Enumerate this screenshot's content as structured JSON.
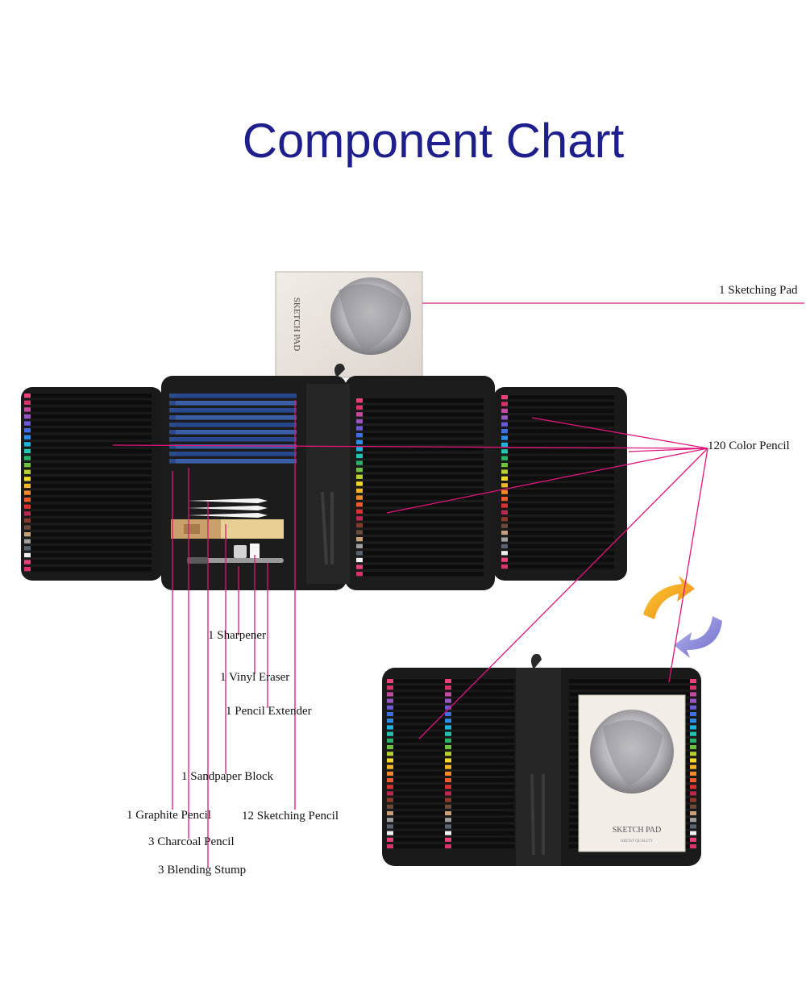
{
  "title": "Component Chart",
  "sketch_pad_cover": {
    "title": "SKETCH PAD",
    "subtitle": "ARTIST QUALITY"
  },
  "pencil_colors": [
    "#e8417c",
    "#d8336b",
    "#c44aa0",
    "#9a55c4",
    "#6a5ad6",
    "#3d6fe0",
    "#2f8fe8",
    "#1fb3e0",
    "#22c4b4",
    "#2cb36a",
    "#6cc23c",
    "#b8d12e",
    "#f2d82a",
    "#f7b52a",
    "#f28a2a",
    "#ef5a2a",
    "#d93030",
    "#b82850",
    "#8a3a2a",
    "#6b4a3a",
    "#c8a07a",
    "#a0a0a0",
    "#5a6470",
    "#f0f0f0"
  ],
  "colors": {
    "title": "#1e1e8c",
    "leader_line": "#e0157a",
    "case": "#1a1a1a",
    "arrow_orange": "#f2a020",
    "arrow_purple": "#8a88d8"
  },
  "labels": {
    "sketching_pad": "1 Sketching Pad",
    "color_pencil": "120 Color Pencil",
    "sharpener": "1 Sharpener",
    "vinyl_eraser": "1 Vinyl Eraser",
    "pencil_extender": "1 Pencil Extender",
    "sandpaper_block": "1 Sandpaper Block",
    "graphite_pencil": "1 Graphite Pencil",
    "sketching_pencil": "12 Sketching Pencil",
    "charcoal_pencil": "3 Charcoal Pencil",
    "blending_stump": "3 Blending Stump"
  }
}
